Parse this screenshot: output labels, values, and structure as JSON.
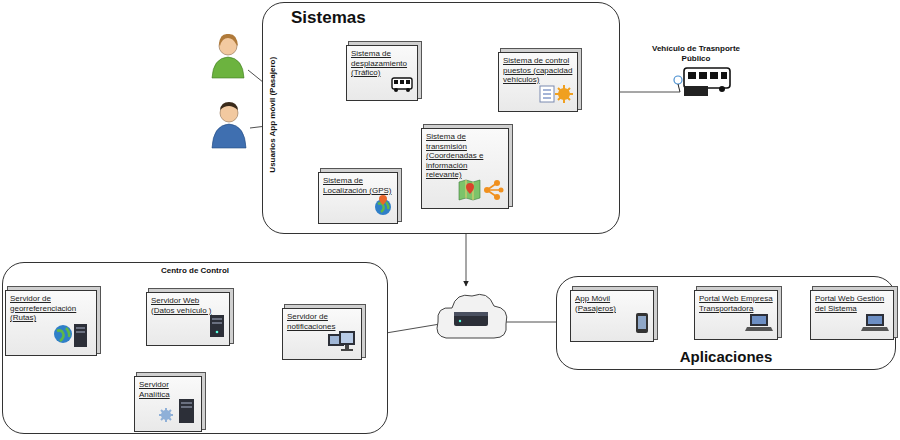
{
  "diagram": {
    "nodes": [
      {
        "text": [
          "Sistemas"
        ]
      },
      {
        "text": [
          "Sistema de desplazamiento (Tráfico)"
        ],
        "in": 0
      },
      {
        "text": [
          "Sistema de control puestos (capacidad vehículos)"
        ],
        "in": 0
      },
      {
        "text": [
          "Sistema de transmisión (Coordenadas e información relevante)"
        ],
        "in": 0
      },
      {
        "text": [
          "Sistema de Localización (GPS)"
        ],
        "in": 0
      },
      {
        "text": [
          "Centro de Control"
        ]
      },
      {
        "text": [
          "Servidor de georreferenciación (Rutas)"
        ],
        "in": 5
      },
      {
        "text": [
          "Servidor Web (Datos vehículo )"
        ],
        "in": 5
      },
      {
        "text": [
          "Servidor de notificaciones"
        ],
        "in": 5
      },
      {
        "text": [
          "Servidor Analítica"
        ],
        "in": 5
      },
      {
        "text": [
          "Aplicaciones"
        ]
      },
      {
        "text": [
          "App Móvil (Pasajeros)"
        ],
        "in": 10
      },
      {
        "text": [
          "Portal Web Empresa Transportadora"
        ],
        "in": 10
      },
      {
        "text": [
          "Portal Web Gestión del Sistema"
        ],
        "in": 10
      }
    ],
    "edges": [
      {
        "from": 1,
        "to": 3,
        "arrow": "to"
      },
      {
        "from": 2,
        "to": 3,
        "arrow": "to"
      },
      {
        "from": 4,
        "to": 3,
        "arrow": "to"
      },
      {
        "from": 6,
        "to": 7,
        "arrow": "none"
      },
      {
        "from": 7,
        "to": 8,
        "arrow": "to"
      },
      {
        "from": 7,
        "to": 9,
        "arrow": "none"
      }
    ],
    "labels": [
      "Usuarios App móvil (Pasajero)",
      "Vehículo de Trasnporte Público"
    ]
  }
}
